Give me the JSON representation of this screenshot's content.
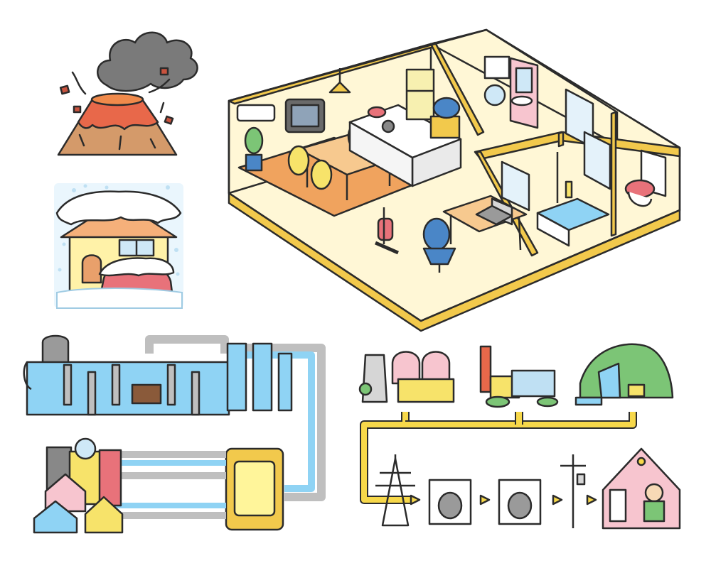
{
  "illustrations": [
    {
      "id": "volcano",
      "icon": "volcano-icon"
    },
    {
      "id": "snow-house",
      "icon": "snowed-house-icon"
    },
    {
      "id": "apartment",
      "icon": "apartment-cutaway-icon"
    },
    {
      "id": "water-treatment",
      "icon": "water-treatment-icon"
    },
    {
      "id": "power-grid",
      "icon": "power-supply-chain-icon"
    }
  ],
  "colors": {
    "outline": "#2b2b2b",
    "wall_yellow": "#f2c94c",
    "floor": "#fff7d6",
    "rug": "#f0a35e",
    "water": "#8fd3f4",
    "pipe_gray": "#bfbfbf",
    "lava": "#e8684a",
    "smoke": "#7a7a7a",
    "power_line": "#f7d84a",
    "house_pink": "#f7c5cf",
    "snow": "#eaf6fd",
    "grass": "#7cc576"
  }
}
